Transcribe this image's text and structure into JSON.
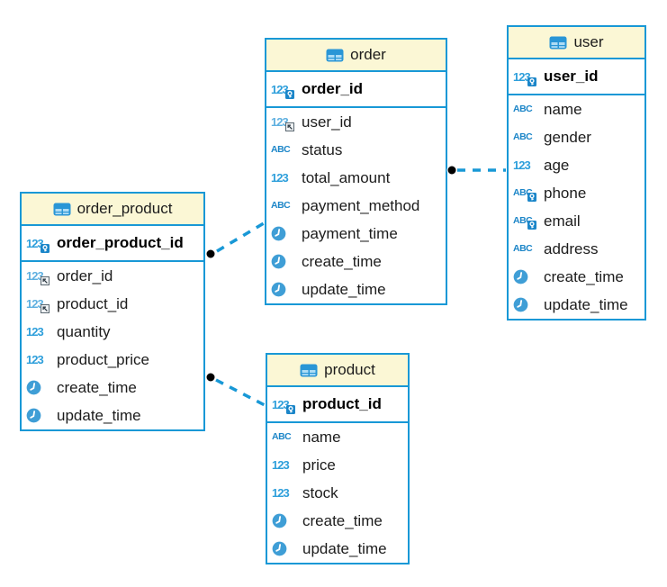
{
  "colors": {
    "table_border_blue": "#1898d6",
    "header_fill_yellow": "#fbf7d5",
    "row_fill": "#ffffff",
    "column_text": "#1c1c1c",
    "number_icon_blue": "#2e9fdb",
    "text_icon_blue": "#1d86c8",
    "datetime_icon_blue": "#3f9ed6",
    "primary_key_badge_blue": "#1b86c9",
    "foreign_key_badge_gray": "#eef1f3",
    "relation_line_blue": "#1898d6",
    "relation_dot_black": "#000000"
  },
  "icons": {
    "number_glyph": "123",
    "text_glyph": "ABC",
    "table_icon": "table-grid",
    "datetime_icon": "clock",
    "primary_key_badge": "key",
    "unique_key_badge": "key",
    "foreign_key_badge": "reference-arrow"
  },
  "tables": [
    {
      "id": "order",
      "title": "order",
      "columns": [
        {
          "name": "order_id",
          "type": "number",
          "key": "primary"
        },
        {
          "name": "user_id",
          "type": "number",
          "key": "foreign"
        },
        {
          "name": "status",
          "type": "text",
          "key": "none"
        },
        {
          "name": "total_amount",
          "type": "number",
          "key": "none"
        },
        {
          "name": "payment_method",
          "type": "text",
          "key": "none"
        },
        {
          "name": "payment_time",
          "type": "datetime",
          "key": "none"
        },
        {
          "name": "create_time",
          "type": "datetime",
          "key": "none"
        },
        {
          "name": "update_time",
          "type": "datetime",
          "key": "none"
        }
      ]
    },
    {
      "id": "user",
      "title": "user",
      "columns": [
        {
          "name": "user_id",
          "type": "number",
          "key": "primary"
        },
        {
          "name": "name",
          "type": "text",
          "key": "none"
        },
        {
          "name": "gender",
          "type": "text",
          "key": "none"
        },
        {
          "name": "age",
          "type": "number",
          "key": "none"
        },
        {
          "name": "phone",
          "type": "text",
          "key": "unique"
        },
        {
          "name": "email",
          "type": "text",
          "key": "unique"
        },
        {
          "name": "address",
          "type": "text",
          "key": "none"
        },
        {
          "name": "create_time",
          "type": "datetime",
          "key": "none"
        },
        {
          "name": "update_time",
          "type": "datetime",
          "key": "none"
        }
      ]
    },
    {
      "id": "order_product",
      "title": "order_product",
      "columns": [
        {
          "name": "order_product_id",
          "type": "number",
          "key": "primary"
        },
        {
          "name": "order_id",
          "type": "number",
          "key": "foreign"
        },
        {
          "name": "product_id",
          "type": "number",
          "key": "foreign"
        },
        {
          "name": "quantity",
          "type": "number",
          "key": "none"
        },
        {
          "name": "product_price",
          "type": "number",
          "key": "none"
        },
        {
          "name": "create_time",
          "type": "datetime",
          "key": "none"
        },
        {
          "name": "update_time",
          "type": "datetime",
          "key": "none"
        }
      ]
    },
    {
      "id": "product",
      "title": "product",
      "columns": [
        {
          "name": "product_id",
          "type": "number",
          "key": "primary"
        },
        {
          "name": "name",
          "type": "text",
          "key": "none"
        },
        {
          "name": "price",
          "type": "number",
          "key": "none"
        },
        {
          "name": "stock",
          "type": "number",
          "key": "none"
        },
        {
          "name": "create_time",
          "type": "datetime",
          "key": "none"
        },
        {
          "name": "update_time",
          "type": "datetime",
          "key": "none"
        }
      ]
    }
  ],
  "relations": [
    {
      "id": "order-user",
      "from_table": "order",
      "to_table": "user",
      "style": "dashed",
      "endpoint": "dot"
    },
    {
      "id": "order_product-order",
      "from_table": "order_product",
      "to_table": "order",
      "style": "dashed",
      "endpoint": "dot"
    },
    {
      "id": "order_product-product",
      "from_table": "order_product",
      "to_table": "product",
      "style": "dashed",
      "endpoint": "dot"
    }
  ]
}
